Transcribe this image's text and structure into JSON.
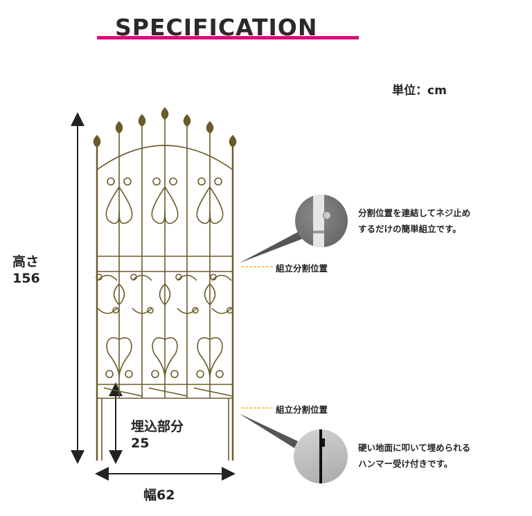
{
  "title": "SPECIFICATION",
  "unit": "単位：cm",
  "height": {
    "label": "高さ",
    "value": "156"
  },
  "width": {
    "label": "幅62"
  },
  "embed": {
    "label": "埋込部分",
    "value": "25"
  },
  "joint_labels": [
    "組立分割位置",
    "組立分割位置"
  ],
  "callout_top": [
    "分割位置を連結してネジ止め",
    "するだけの簡単組立です。"
  ],
  "callout_bottom": [
    "硬い地面に叩いて埋められる",
    "ハンマー受け付きです。"
  ],
  "colors": {
    "accent": "#c8177a",
    "fence": "#6b5a2a",
    "dash": "#e8c020"
  }
}
